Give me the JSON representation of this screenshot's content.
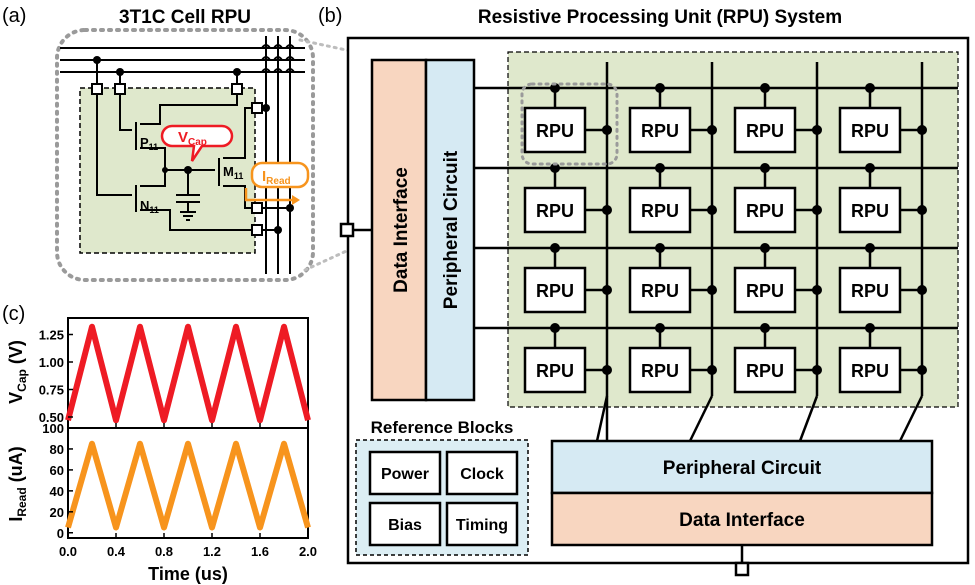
{
  "panel_a": {
    "tag": "(a)",
    "title": "3T1C Cell RPU",
    "vcap_main": "V",
    "vcap_sub": "Cap",
    "iread_main": "I",
    "iread_sub": "Read",
    "p_main": "P",
    "p_sub": "11",
    "n_main": "N",
    "n_sub": "11",
    "m_main": "M",
    "m_sub": "11"
  },
  "panel_b": {
    "tag": "(b)",
    "title": "Resistive Processing Unit (RPU) System",
    "left_data_interface": "Data Interface",
    "left_peripheral": "Peripheral Circuit",
    "rpu_label": "RPU",
    "reference_title": "Reference Blocks",
    "reference_blocks": [
      "Power",
      "Clock",
      "Bias",
      "Timing"
    ],
    "bottom_peripheral": "Peripheral Circuit",
    "bottom_data_interface": "Data Interface"
  },
  "panel_c": {
    "tag": "(c)",
    "xlabel": "Time (us)",
    "top_ylabel_main": "V",
    "top_ylabel_sub": "Cap",
    "top_ylabel_unit": " (V)",
    "bottom_ylabel_main": "I",
    "bottom_ylabel_sub": "Read",
    "bottom_ylabel_unit": " (uA)"
  },
  "colors": {
    "green_fill": "#dfe8cc",
    "salmon": "#f8d6c0",
    "light_blue": "#d6eaf3",
    "red": "#ee1b24",
    "orange": "#f7941d"
  },
  "chart_data": [
    {
      "type": "line",
      "series": [
        {
          "x": [
            0.0,
            0.2,
            0.4,
            0.6,
            0.8,
            1.0,
            1.2,
            1.4,
            1.6,
            1.8,
            2.0
          ],
          "values": [
            0.47,
            1.32,
            0.47,
            1.32,
            0.47,
            1.32,
            0.47,
            1.32,
            0.47,
            1.32,
            0.47
          ]
        }
      ],
      "xlim": [
        0.0,
        2.0
      ],
      "ylim": [
        0.4,
        1.4
      ],
      "xticks": [
        "0.0",
        "0.4",
        "0.8",
        "1.2",
        "1.6",
        "2.0"
      ],
      "yticks": [
        "0.50",
        "0.75",
        "1.00",
        "1.25"
      ],
      "color": "#ee1b24"
    },
    {
      "type": "line",
      "series": [
        {
          "x": [
            0.0,
            0.2,
            0.4,
            0.6,
            0.8,
            1.0,
            1.2,
            1.4,
            1.6,
            1.8,
            2.0
          ],
          "values": [
            5,
            85,
            5,
            85,
            5,
            85,
            5,
            85,
            5,
            85,
            5
          ]
        }
      ],
      "xlim": [
        0.0,
        2.0
      ],
      "ylim": [
        -5,
        100
      ],
      "xticks": [
        "0.0",
        "0.4",
        "0.8",
        "1.2",
        "1.6",
        "2.0"
      ],
      "yticks": [
        "0",
        "20",
        "40",
        "60",
        "80",
        "100"
      ],
      "color": "#f7941d"
    }
  ]
}
